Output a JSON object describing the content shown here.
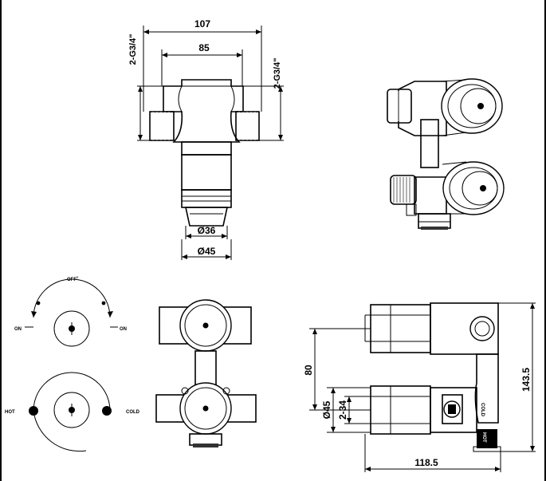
{
  "dimensions": {
    "top_overall_width": "107",
    "top_inner_width": "85",
    "thread_left": "2-G3/4\"",
    "thread_right": "2-G3/4\"",
    "diameter_small": "Ø36",
    "diameter_large": "Ø45",
    "side_height_80": "80",
    "side_diameter_45": "Ø45",
    "side_thread_34": "2-34",
    "side_overall_height": "143.5",
    "side_depth": "118.5"
  },
  "dial_labels": {
    "off": "OFF",
    "on_left": "ON",
    "on_right": "ON",
    "hot": "HOT",
    "cold": "COLD"
  },
  "stamps": {
    "cold": "COLD",
    "hot": "HOT"
  },
  "colors": {
    "line": "#000000",
    "background": "#ffffff"
  }
}
